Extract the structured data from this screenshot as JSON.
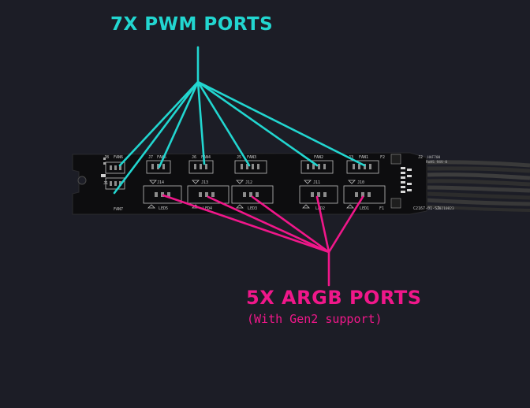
{
  "pwm": {
    "title": "7X PWM PORTS",
    "color": "#22d6d0"
  },
  "argb": {
    "title": "5X ARGB PORTS",
    "subtitle": "(With Gen2 support)",
    "color": "#f0178a"
  },
  "board": {
    "fan_labels": [
      "FAN6",
      "FAN7",
      "J7",
      "FAN5",
      "J6",
      "FAN4",
      "J5",
      "FAN3",
      "FAN2",
      "J3",
      "FAN1",
      "F2",
      "J2",
      "J8",
      "J1"
    ],
    "led_labels": [
      "J14",
      "J13",
      "J12",
      "J11",
      "J10",
      "LED5",
      "LED4",
      "LED3",
      "LED2",
      "LED1",
      "F1"
    ],
    "part_number": "C2167-01-SJ",
    "marking": "HAF700",
    "rohs": "RoHS 94V-0",
    "date_code": "20210823"
  }
}
